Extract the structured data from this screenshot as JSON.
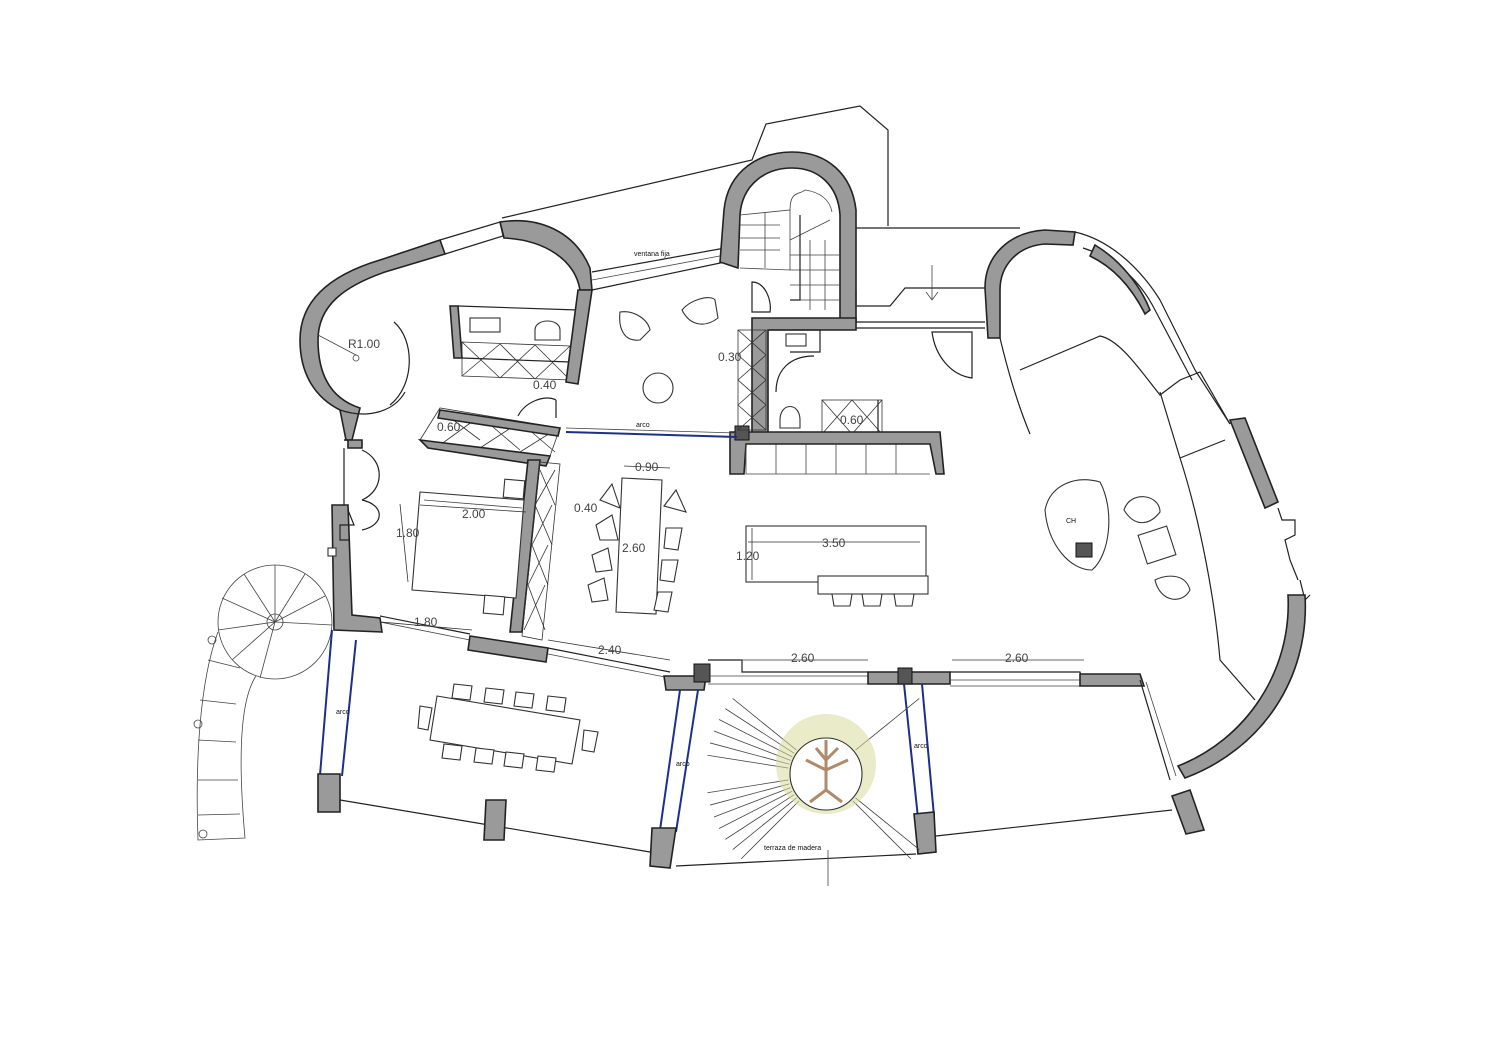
{
  "labels": {
    "radius": "R1.00",
    "ventana": "ventana fija",
    "arco_hall": "arco",
    "arco_left": "arco",
    "arco_mid": "arco",
    "arco_right": "arco",
    "terraza": "terraza de madera",
    "ch": "CH"
  },
  "dimensions": {
    "d040_a": "0.40",
    "d060_a": "0.60",
    "d030": "0.30",
    "d060_b": "0.60",
    "d090": "0.90",
    "d040_b": "0.40",
    "d200": "2.00",
    "d180_v": "1.80",
    "d260_table": "2.60",
    "d350": "3.50",
    "d120": "1.20",
    "d180_h": "1.80",
    "d240": "2.40",
    "d260_a": "2.60",
    "d260_b": "2.60"
  },
  "colors": {
    "wall": "#9a9a9a",
    "arc_line": "#1d2f8a",
    "tree_trunk": "#b08a6a",
    "tree_leaves": "#c9cf7a"
  }
}
